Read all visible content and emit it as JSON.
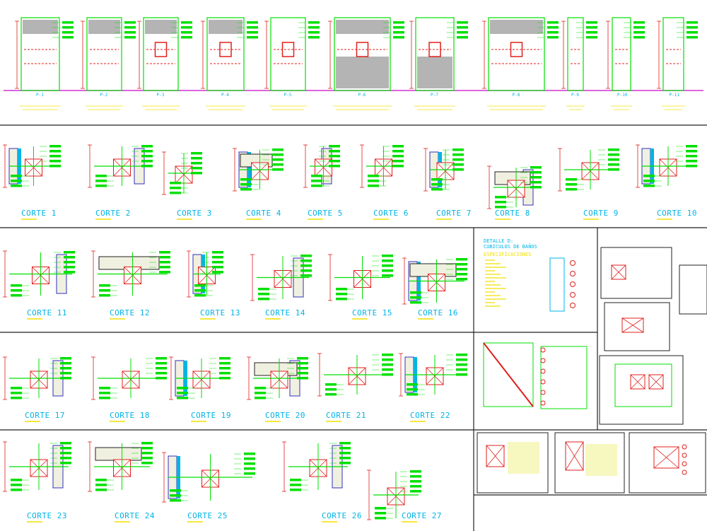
{
  "colors": {
    "frame": "#222222",
    "red": "#e0201c",
    "green": "#00e000",
    "yellow": "#f0e000",
    "cyan": "#00b4e6",
    "blue": "#3030c0",
    "magenta": "#d030d0",
    "grey": "#b4b4b4",
    "wood": "#f0f0e0"
  },
  "cortes": [
    {
      "id": "c1",
      "label": "CORTE 1"
    },
    {
      "id": "c2",
      "label": "CORTE 2"
    },
    {
      "id": "c3",
      "label": "CORTE 3"
    },
    {
      "id": "c4",
      "label": "CORTE 4"
    },
    {
      "id": "c5",
      "label": "CORTE 5"
    },
    {
      "id": "c6",
      "label": "CORTE 6"
    },
    {
      "id": "c7",
      "label": "CORTE 7"
    },
    {
      "id": "c8",
      "label": "CORTE 8"
    },
    {
      "id": "c9",
      "label": "CORTE 9"
    },
    {
      "id": "c10",
      "label": "CORTE 10"
    },
    {
      "id": "c11",
      "label": "CORTE 11"
    },
    {
      "id": "c12",
      "label": "CORTE 12"
    },
    {
      "id": "c13",
      "label": "CORTE 13"
    },
    {
      "id": "c14",
      "label": "CORTE 14"
    },
    {
      "id": "c15",
      "label": "CORTE 15"
    },
    {
      "id": "c16",
      "label": "CORTE 16"
    },
    {
      "id": "c17",
      "label": "CORTE 17"
    },
    {
      "id": "c18",
      "label": "CORTE 18"
    },
    {
      "id": "c19",
      "label": "CORTE 19"
    },
    {
      "id": "c20",
      "label": "CORTE 20"
    },
    {
      "id": "c21",
      "label": "CORTE 21"
    },
    {
      "id": "c22",
      "label": "CORTE 22"
    },
    {
      "id": "c23",
      "label": "CORTE 23"
    },
    {
      "id": "c24",
      "label": "CORTE 24"
    },
    {
      "id": "c25",
      "label": "CORTE 25"
    },
    {
      "id": "c26",
      "label": "CORTE 26"
    },
    {
      "id": "c27",
      "label": "CORTE 27"
    }
  ],
  "detalle": {
    "title_1": "DETALLE D:",
    "title_2": "CUBICULOS DE BAÑOS",
    "subtitle": "ESPECIFICACIONES"
  },
  "elevations": [
    {
      "id": "e1",
      "label": "P-1"
    },
    {
      "id": "e2",
      "label": "P-2"
    },
    {
      "id": "e3",
      "label": "P-3"
    },
    {
      "id": "e4",
      "label": "P-4"
    },
    {
      "id": "e5",
      "label": "P-5"
    },
    {
      "id": "e6",
      "label": "P-6"
    },
    {
      "id": "e7",
      "label": "P-7"
    },
    {
      "id": "e8",
      "label": "P-8"
    },
    {
      "id": "e9",
      "label": "P-9"
    },
    {
      "id": "e10",
      "label": "P-10"
    },
    {
      "id": "e11",
      "label": "P-11"
    }
  ]
}
